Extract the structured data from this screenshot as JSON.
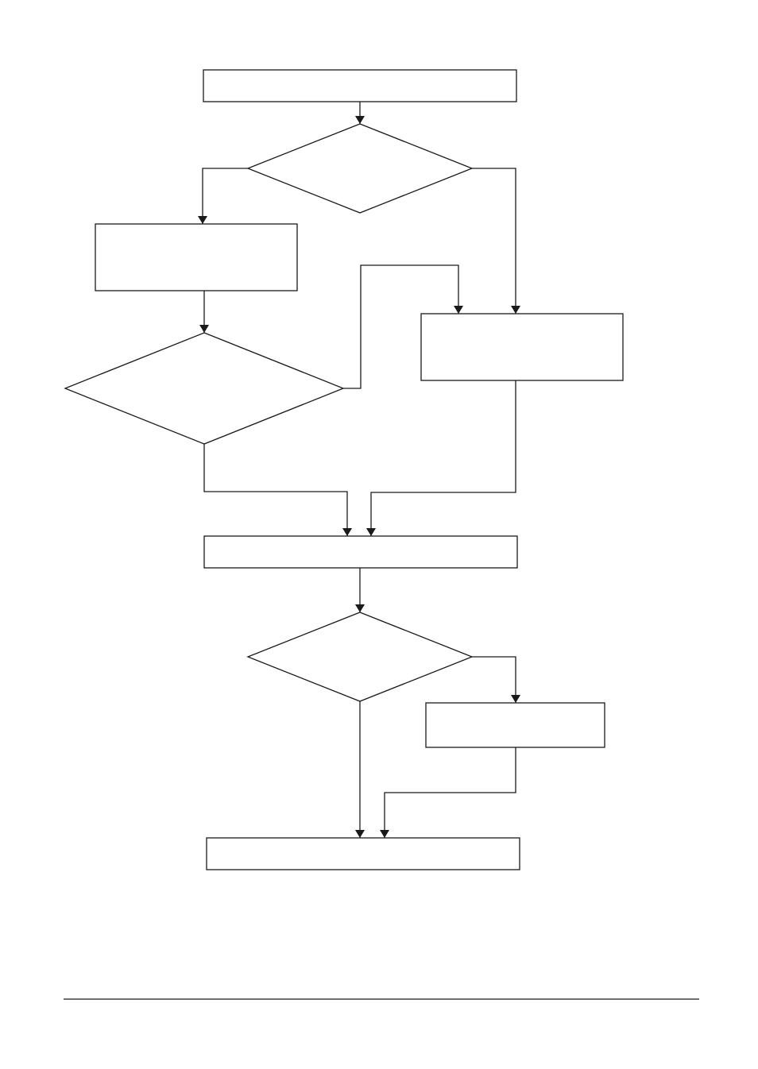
{
  "diagram": {
    "type": "flowchart",
    "colors": {
      "stroke": "#1a1a1a",
      "background": "#ffffff"
    },
    "nodes": [
      {
        "id": "start-box",
        "kind": "process",
        "label": ""
      },
      {
        "id": "decision-1",
        "kind": "decision",
        "label": ""
      },
      {
        "id": "process-left",
        "kind": "process",
        "label": ""
      },
      {
        "id": "decision-2",
        "kind": "decision",
        "label": ""
      },
      {
        "id": "process-right",
        "kind": "process",
        "label": ""
      },
      {
        "id": "merge-box",
        "kind": "process",
        "label": ""
      },
      {
        "id": "decision-3",
        "kind": "decision",
        "label": ""
      },
      {
        "id": "process-small",
        "kind": "process",
        "label": ""
      },
      {
        "id": "end-box",
        "kind": "process",
        "label": ""
      }
    ],
    "edges": [
      {
        "from": "start-box",
        "to": "decision-1",
        "label": ""
      },
      {
        "from": "decision-1",
        "to": "process-left",
        "label": ""
      },
      {
        "from": "decision-1",
        "to": "process-right",
        "label": ""
      },
      {
        "from": "process-left",
        "to": "decision-2",
        "label": ""
      },
      {
        "from": "decision-2",
        "to": "process-right",
        "label": ""
      },
      {
        "from": "decision-2",
        "to": "merge-box",
        "label": ""
      },
      {
        "from": "process-right",
        "to": "merge-box",
        "label": ""
      },
      {
        "from": "merge-box",
        "to": "decision-3",
        "label": ""
      },
      {
        "from": "decision-3",
        "to": "process-small",
        "label": ""
      },
      {
        "from": "decision-3",
        "to": "end-box",
        "label": ""
      },
      {
        "from": "process-small",
        "to": "end-box",
        "label": ""
      }
    ]
  },
  "footer": {
    "rule_color": "#1a1a1a"
  }
}
